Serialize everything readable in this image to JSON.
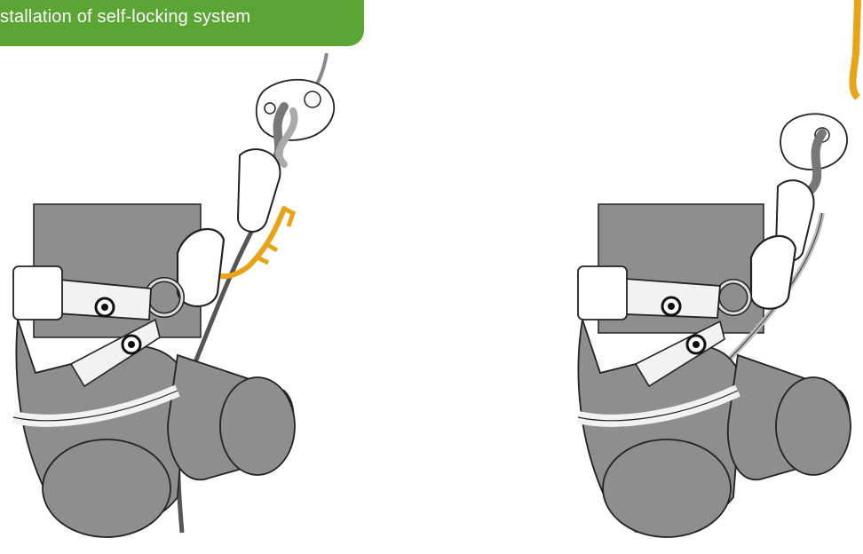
{
  "banner": {
    "title": "stallation of self-locking system"
  },
  "colors": {
    "banner_green": "#5aa533",
    "harness_gray": "#8e8e8e",
    "harness_dark": "#6f6f6f",
    "strap_white": "#f2f2f2",
    "accent_orange": "#e8a317",
    "outline": "#222222"
  },
  "illustrations": [
    {
      "name": "harness-left",
      "state": "self-locking system installed with orange cord"
    },
    {
      "name": "harness-right",
      "state": "harness with rope and orange cord at top"
    }
  ]
}
